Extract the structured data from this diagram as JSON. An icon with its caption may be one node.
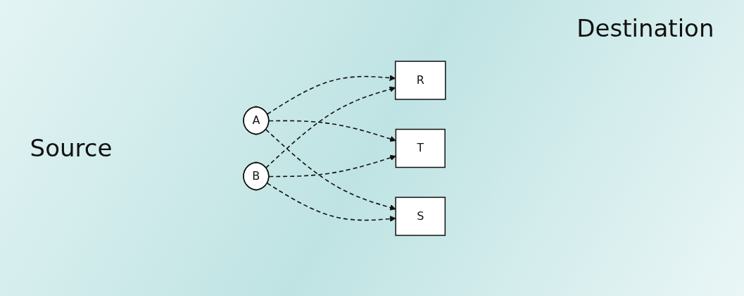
{
  "diagram": {
    "nodes": [
      {
        "text": [
          "R"
        ]
      },
      {
        "text": [
          "A"
        ]
      },
      {
        "text": [
          "T"
        ]
      },
      {
        "text": [
          "S"
        ]
      },
      {
        "text": [
          "B"
        ]
      }
    ],
    "edges": [
      {
        "from": 1,
        "to": 0,
        "arrow": "to",
        "style": "dashed"
      },
      {
        "from": 1,
        "to": 2,
        "arrow": "to",
        "style": "dashed"
      },
      {
        "from": 1,
        "to": 3,
        "arrow": "to",
        "style": "dashed"
      },
      {
        "from": 4,
        "to": 0,
        "arrow": "to",
        "style": "dashed"
      },
      {
        "from": 4,
        "to": 2,
        "arrow": "to",
        "style": "dashed"
      },
      {
        "from": 4,
        "to": 3,
        "arrow": "to",
        "style": "dashed"
      }
    ],
    "labels": [
      "Destination",
      "Source"
    ]
  }
}
